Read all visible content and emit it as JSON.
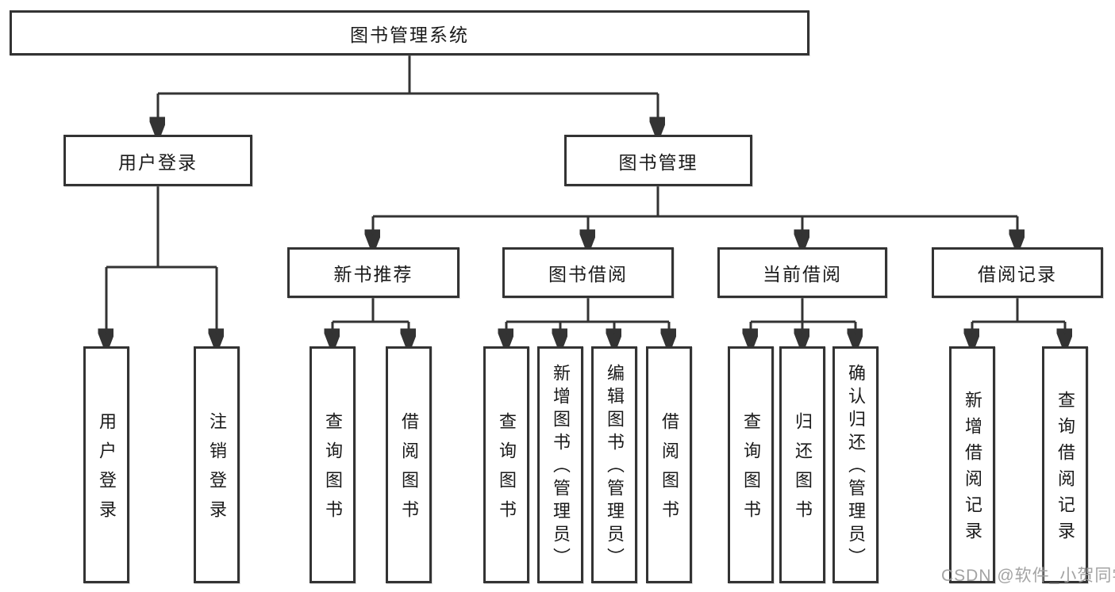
{
  "page": {
    "background": "#ffffff",
    "line_color": "#333333",
    "box_border_color": "#333333",
    "text_color": "#1a1a1a"
  },
  "tree": {
    "root": "图书管理系统",
    "user_login": {
      "label": "用户登录",
      "children": [
        "用户登录",
        "注销登录"
      ]
    },
    "book_management": {
      "label": "图书管理",
      "groups": [
        {
          "label": "新书推荐",
          "children": [
            "查询图书",
            "借阅图书"
          ]
        },
        {
          "label": "图书借阅",
          "children": [
            "查询图书",
            "新增图书（管理员）",
            "编辑图书（管理员）",
            "借阅图书"
          ]
        },
        {
          "label": "当前借阅",
          "children": [
            "查询图书",
            "归还图书",
            "确认归还（管理员）"
          ]
        },
        {
          "label": "借阅记录",
          "children": [
            "新增借阅记录",
            "查询借阅记录"
          ]
        }
      ]
    }
  },
  "watermark": {
    "text": "CSDN @软件_小贺同学",
    "color": "#9e9e9e"
  }
}
